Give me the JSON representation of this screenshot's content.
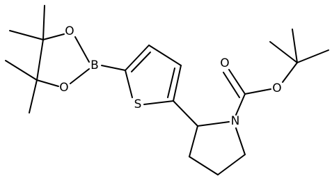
{
  "molecule": {
    "atoms": {
      "boron": "B",
      "oxygen_top": "O",
      "oxygen_bottom": "O",
      "sulfur": "S",
      "nitrogen": "N",
      "carbonyl_oxygen": "O",
      "ester_oxygen": "O"
    },
    "colors": {
      "bond": "#000000",
      "label": "#000000",
      "background": "#ffffff"
    }
  }
}
